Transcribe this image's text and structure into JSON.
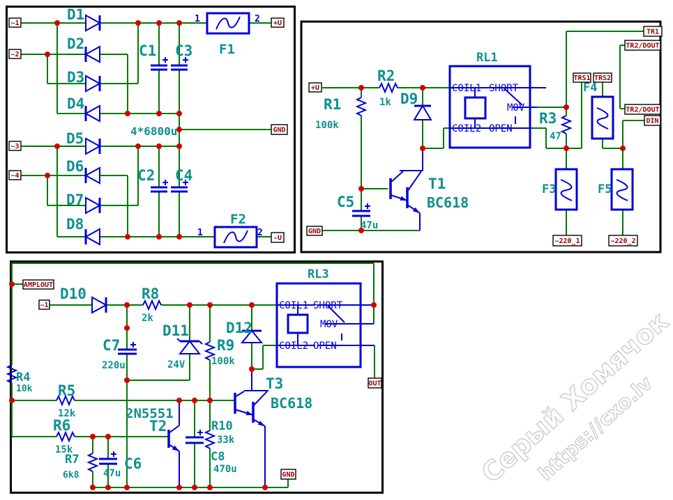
{
  "colors": {
    "wire": "#007A00",
    "symbol": "#0000D6",
    "label": "#0D9090",
    "terminal": "#990000",
    "junction": "#D40000",
    "watermark": "#C9C9C9"
  },
  "relay_pins": {
    "coil1": "COIL1",
    "coil2": "COIL2",
    "short": "SHORT",
    "mov": "MOV",
    "open": "OPEN"
  },
  "fuse_pins": {
    "p1": "1",
    "p2": "2"
  },
  "p1": {
    "terminals": {
      "t1": "~1",
      "t2": "~2",
      "t3": "~3",
      "t4": "~4",
      "vplus": "+U",
      "gnd": "GND",
      "vminus": "-U"
    },
    "refs": {
      "d1": "D1",
      "d2": "D2",
      "d3": "D3",
      "d4": "D4",
      "d5": "D5",
      "d6": "D6",
      "d7": "D7",
      "d8": "D8",
      "c1": "C1",
      "c2": "C2",
      "c3": "C3",
      "c4": "C4",
      "f1": "F1",
      "f2": "F2"
    },
    "values": {
      "caps": "4*6800u"
    }
  },
  "p2": {
    "terminals": {
      "vplus": "+U",
      "gnd": "GND",
      "tr1": "TR1",
      "tr2dout": "TR2/DOUT",
      "trs1": "TRS1",
      "trs2": "TRS2",
      "din": "DIN",
      "ac1": "~220_1",
      "ac2": "~220_2"
    },
    "refs": {
      "r1": "R1",
      "r2": "R2",
      "r3": "R3",
      "d9": "D9",
      "rl1": "RL1",
      "t1": "T1",
      "c5": "C5",
      "f3": "F3",
      "f4": "F4",
      "f5": "F5"
    },
    "values": {
      "r1": "100k",
      "r2": "1k",
      "r3": "47",
      "c5": "47u",
      "t1": "BC618"
    }
  },
  "p3": {
    "terminals": {
      "amplout": "AMPLOUT",
      "in1": "~1",
      "out": "OUT",
      "gnd": "GND"
    },
    "refs": {
      "d10": "D10",
      "d11": "D11",
      "d12": "D12",
      "r4": "R4",
      "r5": "R5",
      "r6": "R6",
      "r7": "R7",
      "r8": "R8",
      "r9": "R9",
      "r10": "R10",
      "c6": "C6",
      "c7": "C7",
      "c8": "C8",
      "t2": "T2",
      "t3": "T3",
      "rl3": "RL3"
    },
    "values": {
      "r4": "10k",
      "r5": "12k",
      "r6": "15k",
      "r7": "6k8",
      "r8": "2k",
      "r9": "100k",
      "r10": "33k",
      "c6": "47u",
      "c7": "220u",
      "c8": "470u",
      "d11": "24V",
      "t2": "2N5551",
      "t3": "BC618"
    }
  },
  "watermark": {
    "line1": "Серый Хомячок",
    "line2": "https://cxo.lv"
  }
}
